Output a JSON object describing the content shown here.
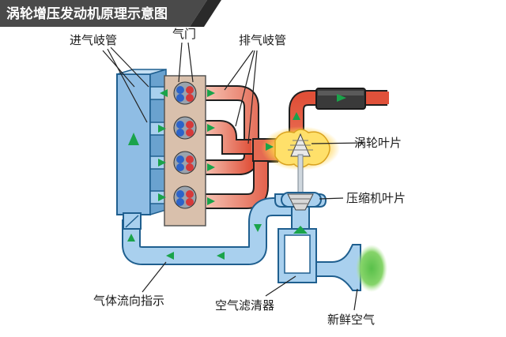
{
  "title": "涡轮增压发动机原理示意图",
  "labels": {
    "intake_manifold": "进气岐管",
    "valve": "气门",
    "exhaust_manifold": "排气岐管",
    "turbine_blade": "涡轮叶片",
    "compressor_blade": "压缩机叶片",
    "airflow_indicator": "气体流向指示",
    "air_filter": "空气滤清器",
    "fresh_air": "新鲜空气"
  },
  "colors": {
    "banner": "#4a4a4a",
    "intake_blue": "#a9d0ee",
    "intake_outline": "#1f5f8f",
    "exhaust_red": "#e06046",
    "exhaust_light": "#f2b8a6",
    "arrow_green": "#1aa34a",
    "fresh_air_green": "#7ccf5f",
    "engine_block": "#d9c0ac"
  },
  "icons": {
    "arrow": "triangle-arrow-icon",
    "valve": "valve-pair-icon",
    "turbine": "turbine-icon",
    "compressor": "compressor-icon",
    "filter": "air-filter-icon",
    "muffler": "muffler-icon"
  }
}
